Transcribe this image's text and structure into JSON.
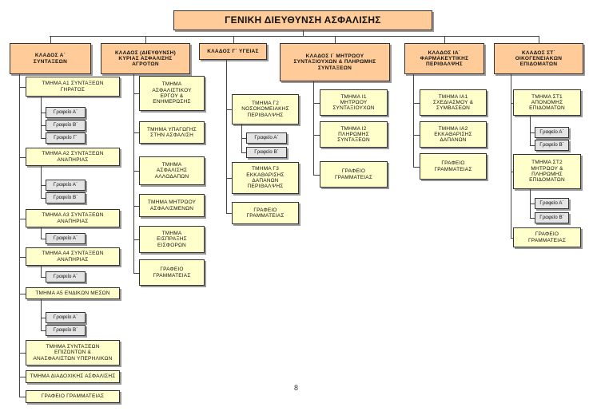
{
  "title": "ΓΕΝΙΚΗ ΔΙΕΥΘΥΝΣΗ ΑΣΦΑΛΙΣΗΣ",
  "page_number": "8",
  "branches": [
    {
      "label": "ΚΛΑΔΟΣ Α΄\nΣΥΝΤΑΞΕΩΝ",
      "departments": [
        {
          "label": "ΤΜΗΜΑ Α1 ΣΥΝΤΑΞΕΩΝ\nΓΗΡΑΤΟΣ",
          "offices": [
            "Γραφείο Α΄",
            "Γραφείο Β΄",
            "Γραφείο Γ΄"
          ]
        },
        {
          "label": "ΤΜΗΜΑ Α2 ΣΥΝΤΑΞΕΩΝ\nΑΝΑΠΗΡΙΑΣ",
          "offices": [
            "Γραφείο Α΄",
            "Γραφείο Β΄"
          ]
        },
        {
          "label": "ΤΜΗΜΑ Α3 ΣΥΝΤΑΞΕΩΝ\nΑΝΑΠΗΡΙΑΣ",
          "offices": [
            "Γραφείο Α΄"
          ]
        },
        {
          "label": "ΤΜΗΜΑ Α4 ΣΥΝΤΑΞΕΩΝ\nΑΝΑΠΗΡΙΑΣ",
          "offices": [
            "Γραφείο Α΄"
          ]
        },
        {
          "label": "ΤΜΗΜΑ Α5 ΕΝΔΙΚΩΝ ΜΕΣΩΝ",
          "offices": [
            "Γραφείο Α΄",
            "Γραφείο Β΄"
          ]
        },
        {
          "label": "ΤΜΗΜΑ ΣΥΝΤΑΞΕΩΝ\nΕΠΙΖΩΝΤΩΝ &\nΑΝΑΣΦΑΛΙΣΤΩΝ ΥΠΕΡΗΛΙΚΩΝ",
          "offices": []
        },
        {
          "label": "ΤΜΗΜΑ ΔΙΑΔΟΧΙΚΗΣ ΑΣΦΑΛΙΣΗΣ",
          "offices": []
        },
        {
          "label": "ΓΡΑΦΕΙΟ ΓΡΑΜΜΑΤΕΙΑΣ",
          "offices": []
        }
      ]
    },
    {
      "label": "ΚΛΑΔΟΣ (ΔΙΕΥΘΥΝΣΗ)\nΚΥΡΙΑΣ ΑΣΦΑΛΙΣΗΣ\nΑΓΡΟΤΩΝ",
      "departments": [
        {
          "label": "ΤΜΗΜΑ\nΑΣΦΑΛΙΣΤΙΚΟΥ\nΕΡΓΟΥ &\nΕΝΗΜΕΡΩΣΗΣ",
          "offices": []
        },
        {
          "label": "ΤΜΗΜΑ ΥΠΑΓΩΓΗΣ\nΣΤΗΝ ΑΣΦΑΛΙΣΗ",
          "offices": []
        },
        {
          "label": "ΤΜΗΜΑ\nΑΣΦΑΛΙΣΗΣ\nΑΛΛΟΔΑΠΩΝ",
          "offices": []
        },
        {
          "label": "ΤΜΗΜΑ ΜΗΤΡΩΟΥ\nΑΣΦΑΛΙΣΜΕΝΩΝ",
          "offices": []
        },
        {
          "label": "ΤΜΗΜΑ\nΕΙΣΠΡΑΞΗΣ\nΕΙΣΦΟΡΩΝ",
          "offices": []
        },
        {
          "label": "ΓΡΑΦΕΙΟ\nΓΡΑΜΜΑΤΕΙΑΣ",
          "offices": []
        }
      ]
    },
    {
      "label": "ΚΛΑΔΟΣ Γ΄ ΥΓΕΙΑΣ",
      "departments": [
        {
          "label": "ΤΜΗΜΑ Γ2\nΝΟΣΟΚΟΜΕΙΑΚΗΣ\nΠΕΡΙΘΑΛΨΗΣ",
          "offices": [
            "Γραφείο Α΄",
            "Γραφείο Β΄"
          ]
        },
        {
          "label": "ΤΜΗΜΑ Γ3\nΕΚΚΑΘΑΡΙΣΗΣ\nΔΑΠΑΝΩΝ\nΠΕΡΙΘΑΛΨΗΣ",
          "offices": []
        },
        {
          "label": "ΓΡΑΦΕΙΟ\nΓΡΑΜΜΑΤΕΙΑΣ",
          "offices": []
        }
      ]
    },
    {
      "label": "ΚΛΑΔΟΣ Ι΄ ΜΗΤΡΩΟΥ\nΣΥΝΤΑΞΙΟΥΧΩΝ & ΠΛΗΡΩΜΗΣ\nΣΥΝΤΑΞΕΩΝ",
      "departments": [
        {
          "label": "ΤΜΗΜΑ Ι1\nΜΗΤΡΩΟΥ\nΣΥΝΤΑΞΙΟΥΧΩΝ",
          "offices": []
        },
        {
          "label": "ΤΜΗΜΑ Ι2\nΠΛΗΡΩΜΗΣ\nΣΥΝΤΑΞΕΩΝ",
          "offices": []
        },
        {
          "label": "ΓΡΑΦΕΙΟ\nΓΡΑΜΜΑΤΕΙΑΣ",
          "offices": []
        }
      ]
    },
    {
      "label": "ΚΛΑΔΟΣ ΙΑ΄\nΦΑΡΜΑΚΕΥΤΙΚΗΣ\nΠΕΡΙΘΑΛΨΗΣ",
      "departments": [
        {
          "label": "ΤΜΗΜΑ ΙΑ1\nΣΧΕΔΙΑΣΜΟΥ &\nΣΥΜΒΑΣΕΩΝ",
          "offices": []
        },
        {
          "label": "ΤΜΗΜΑ ΙΑ2\nΕΚΚΑΘΑΡΙΣΗΣ\nΔΑΠΑΝΩΝ",
          "offices": []
        },
        {
          "label": "ΓΡΑΦΕΙΟ\nΓΡΑΜΜΑΤΕΙΑΣ",
          "offices": []
        }
      ]
    },
    {
      "label": "ΚΛΑΔΟΣ ΣΤ΄\nΟΙΚΟΓΕΝΕΙΑΚΩΝ\nΕΠΙΔΟΜΑΤΩΝ",
      "departments": [
        {
          "label": "ΤΜΗΜΑ ΣΤ1\nΑΠΟΝΟΜΗΣ\nΕΠΙΔΟΜΑΤΩΝ",
          "offices": [
            "Γραφείο Α΄",
            "Γραφείο Β΄"
          ]
        },
        {
          "label": "ΤΜΗΜΑ ΣΤ2\nΜΗΤΡΩΟΥ &\nΠΛΗΡΩΜΗΣ\nΕΠΙΔΟΜΑΤΩΝ",
          "offices": [
            "Γραφείο Α΄",
            "Γραφείο Β΄"
          ]
        },
        {
          "label": "ΓΡΑΦΕΙΟ\nΓΡΑΜΜΑΤΕΙΑΣ",
          "offices": []
        }
      ]
    }
  ]
}
